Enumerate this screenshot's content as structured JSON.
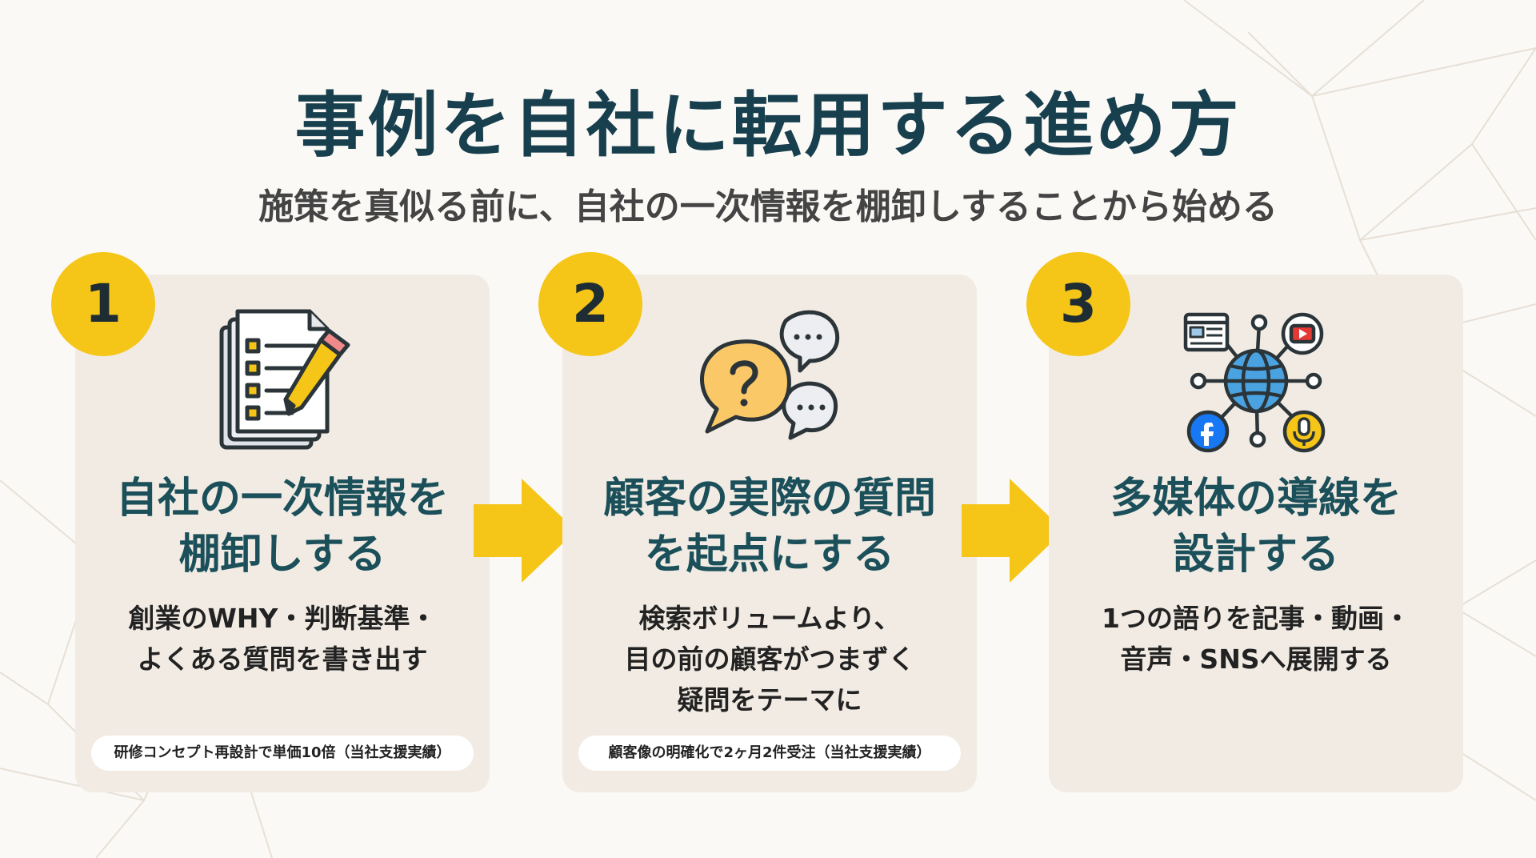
{
  "title": "事例を自社に転用する進め方",
  "subtitle": "施策を真似る前に、自社の一次情報を棚卸しすることから始める",
  "colors": {
    "accent_yellow": "#f5c518",
    "title_teal": "#173f4d",
    "card_title_teal": "#1b4f5a",
    "card_bg": "#f1ebe3"
  },
  "steps": [
    {
      "number": "1",
      "icon": "checklist-document-pencil-icon",
      "title_line1": "自社の一次情報を",
      "title_line2": "棚卸しする",
      "body_line1": "創業のWHY・判断基準・",
      "body_line2": "よくある質問を書き出す",
      "body_line3": "",
      "note": "研修コンセプト再設計で単価10倍（当社支援実績）"
    },
    {
      "number": "2",
      "icon": "question-speech-bubbles-icon",
      "title_line1": "顧客の実際の質問",
      "title_line2": "を起点にする",
      "body_line1": "検索ボリュームより、",
      "body_line2": "目の前の顧客がつまずく",
      "body_line3": "疑問をテーマに",
      "note": "顧客像の明確化で2ヶ月2件受注（当社支援実績）"
    },
    {
      "number": "3",
      "icon": "globe-network-media-icon",
      "title_line1": "多媒体の導線を",
      "title_line2": "設計する",
      "body_line1": "1つの語りを記事・動画・",
      "body_line2": "音声・SNSへ展開する",
      "body_line3": ""
    }
  ]
}
